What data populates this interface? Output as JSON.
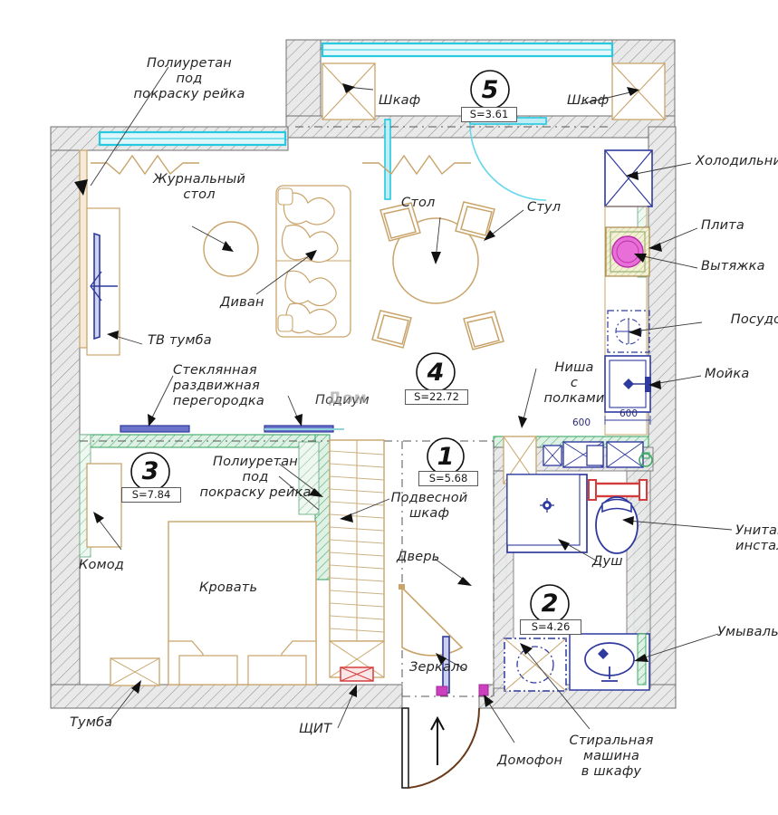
{
  "document": {
    "type": "apartment-floor-plan",
    "watermark": "Дом"
  },
  "rooms": [
    {
      "id": "1",
      "number": "1",
      "area_label": "S=5.68",
      "name_hint": "hallway"
    },
    {
      "id": "2",
      "number": "2",
      "area_label": "S=4.26",
      "name_hint": "bathroom"
    },
    {
      "id": "3",
      "number": "3",
      "area_label": "S=7.84",
      "name_hint": "bedroom"
    },
    {
      "id": "4",
      "number": "4",
      "area_label": "S=22.72",
      "name_hint": "living-kitchen"
    },
    {
      "id": "5",
      "number": "5",
      "area_label": "S=3.61",
      "name_hint": "balcony-loggia"
    }
  ],
  "labels": {
    "polyurethane_top": "Полиуретан\nпод\nпокраску рейка",
    "polyurethane_bedroom": "Полиуретан\nпод\nпокраску рейка",
    "wardrobe_left": "Шкаф",
    "wardrobe_right": "Шкаф",
    "coffee_table": "Журнальный\nстол",
    "sofa": "Диван",
    "table": "Стол",
    "chair": "Стул",
    "fridge": "Холодильник",
    "stove": "Плита",
    "hood": "Вытяжка",
    "dishwasher": "Посудомоечная\nмашина",
    "sink_kitchen": "Мойка",
    "tv_stand": "ТВ тумба",
    "glass_partition": "Стеклянная\nраздвижная\nперегородка",
    "niche_shelves": "Ниша\nс\nполками",
    "hanging_cabinet": "Подвесной\nшкаф",
    "door": "Дверь",
    "dresser": "Комод",
    "bed": "Кровать",
    "nightstand": "Тумба",
    "panel": "ЩИТ",
    "mirror": "Зеркало",
    "intercom": "Домофон",
    "washing_machine": "Стиральная\nмашина\nв шкафу",
    "shower": "Душ",
    "toilet": "Унитаз с\nинсталляцией",
    "washbasin": "Умывальник",
    "podium": "Подиум"
  },
  "dimensions": {
    "kitchen_sink_width": "600",
    "bath_cabinet_width": "600"
  },
  "colors": {
    "wall_fill": "#e8e8e8",
    "wall_hatch": "#8b8b8b",
    "partition_green": "#3faa6a",
    "window_cyan": "#27c8e0",
    "furniture_tan": "#c9a46a",
    "fixture_blue": "#2f3a9e",
    "accent_magenta": "#cc3fbf",
    "accent_red": "#d63b3b",
    "label_text": "#262626"
  }
}
